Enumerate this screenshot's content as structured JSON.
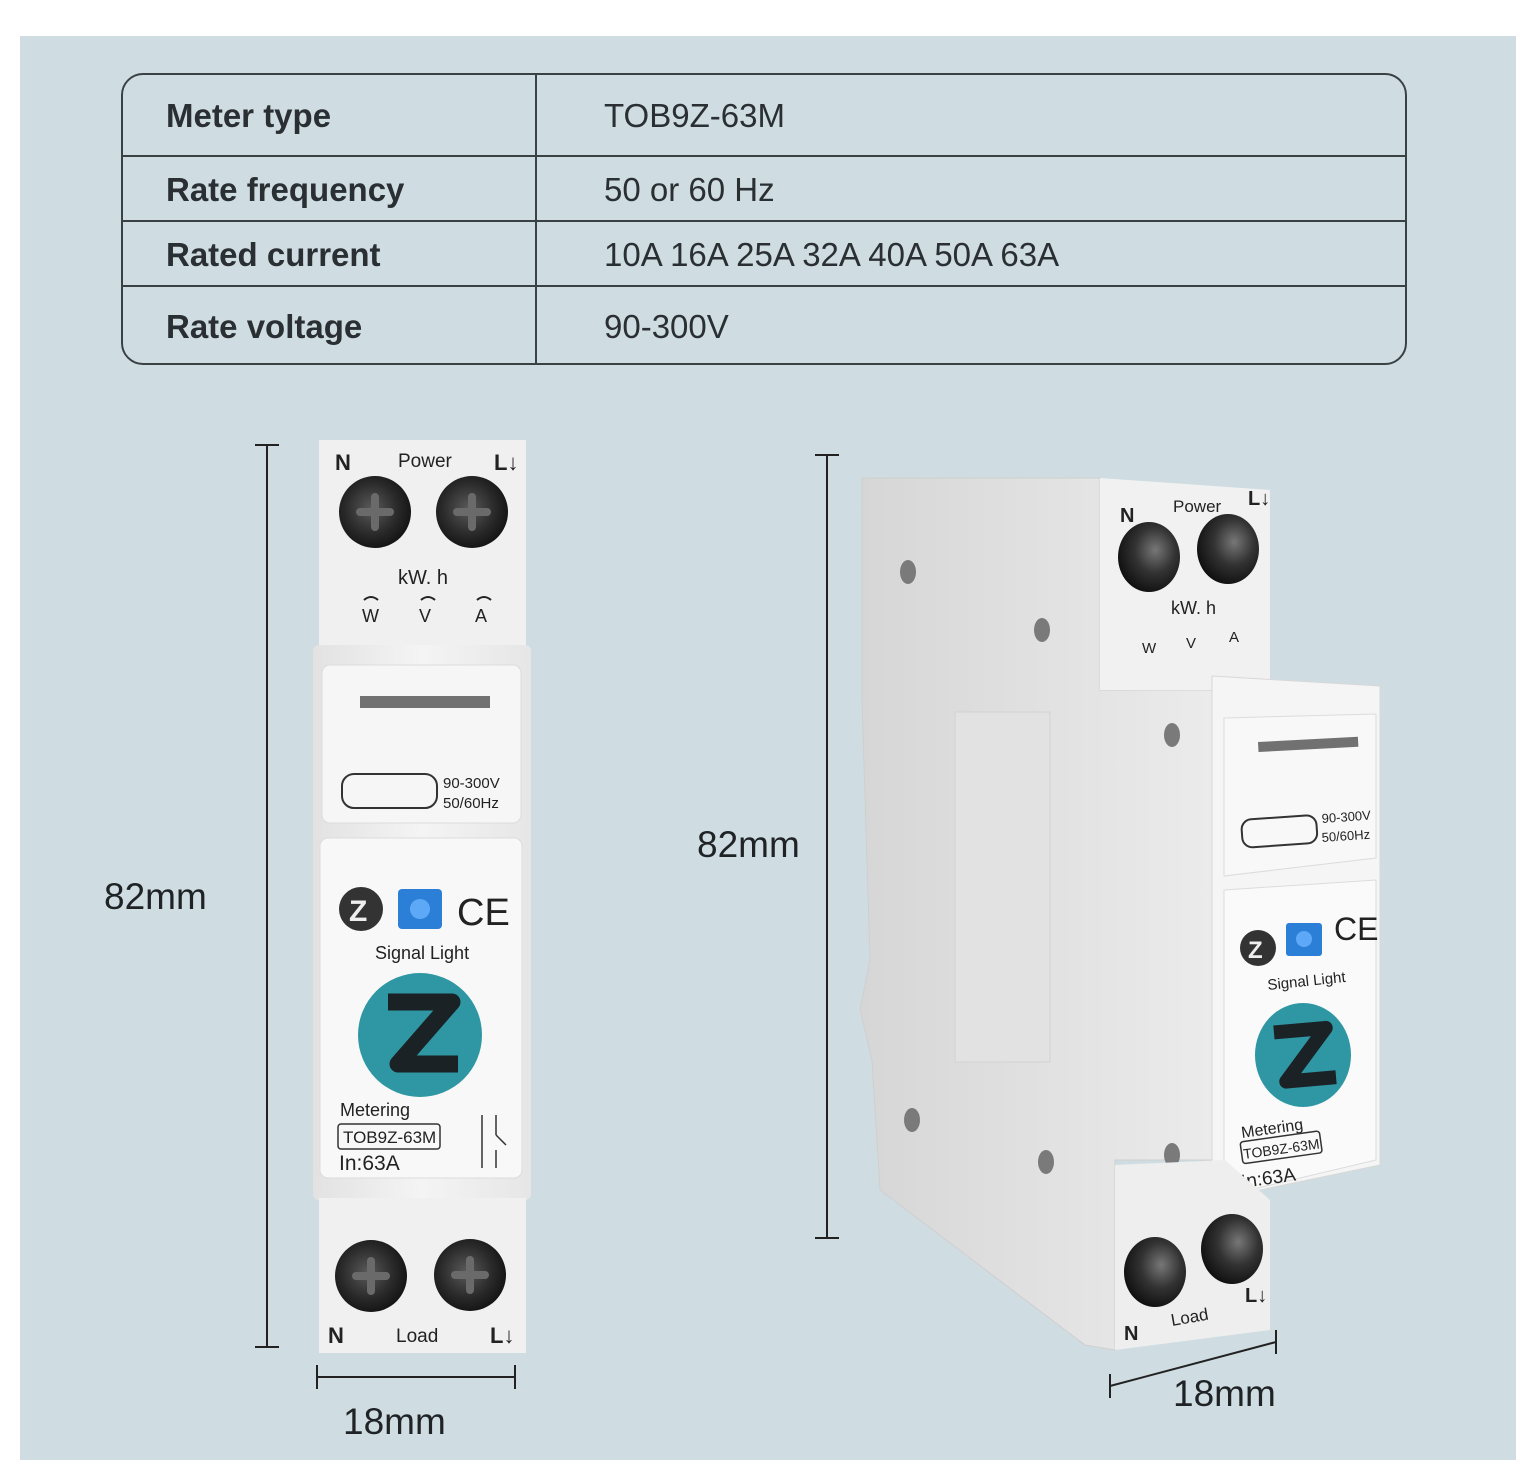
{
  "specs": {
    "rows": [
      {
        "label": "Meter type",
        "value": "TOB9Z-63M"
      },
      {
        "label": "Rate frequency",
        "value": "50 or 60 Hz"
      },
      {
        "label": "Rated current",
        "value": "10A 16A 25A 32A 40A 50A 63A"
      },
      {
        "label": "Rate voltage",
        "value": "90-300V"
      }
    ]
  },
  "dimensions": {
    "front_height": "82mm",
    "front_width": "18mm",
    "side_height": "82mm",
    "side_width": "18mm"
  },
  "device": {
    "top_n": "N",
    "top_power": "Power",
    "top_l": "L↓",
    "kwh": "kW. h",
    "w": "W",
    "v": "V",
    "a": "A",
    "voltage": "90-300V",
    "freq": "50/60Hz",
    "signal_light": "Signal Light",
    "metering": "Metering",
    "model": "TOB9Z-63M",
    "rating": "In:63A",
    "bottom_n": "N",
    "bottom_load": "Load",
    "bottom_l": "L↓",
    "ce": "CE"
  },
  "colors": {
    "background": "#cfdde2",
    "device_body": "#eeeeee",
    "zigbee_circle": "#2f97a3",
    "signal_blue": "#2b7fd6"
  }
}
